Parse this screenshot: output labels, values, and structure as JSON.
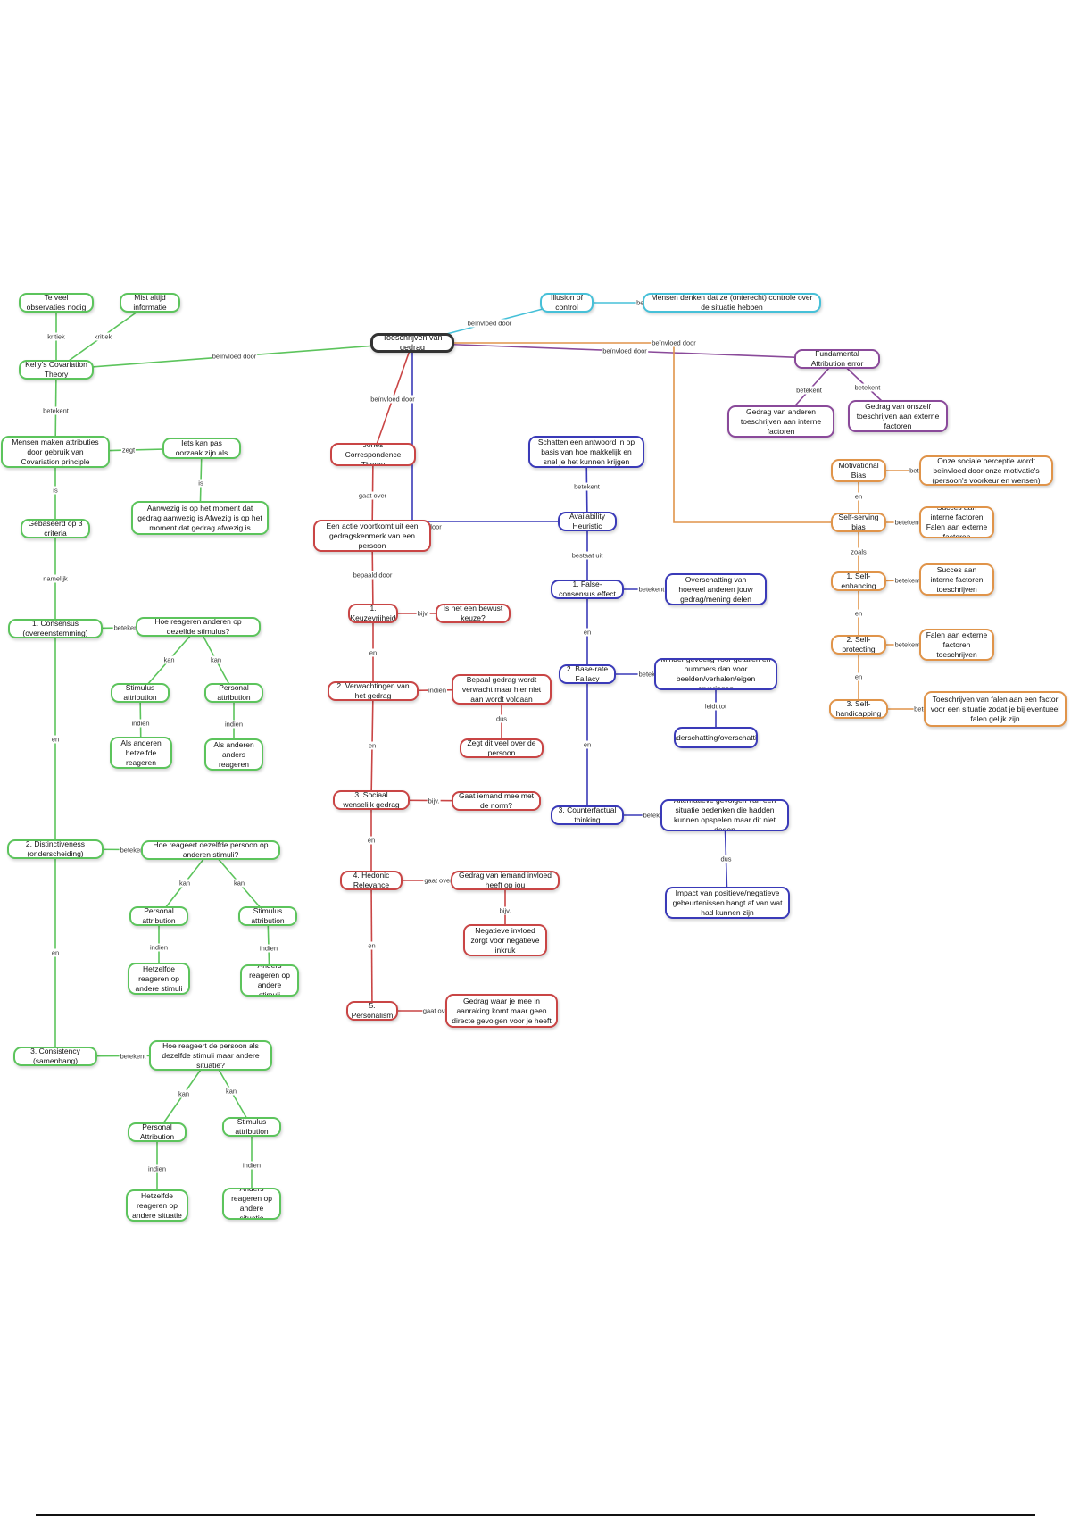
{
  "colors": {
    "green": "#5cc45c",
    "red": "#c94545",
    "blue": "#3a3ab8",
    "purple": "#8a4a9a",
    "orange": "#e0944a",
    "cyan": "#46c0d8",
    "root": "#333333"
  },
  "nodes": {
    "root": "Toeschrijven van gedrag",
    "illusion": "Illusion of control",
    "illusion_desc": "Mensen denken dat ze (onterecht) controle over de situatie hebben",
    "fae": "Fundamental Attribution error",
    "fae_a": "Gedrag van anderen toeschrijven aan interne factoren",
    "fae_b": "Gedrag van onszelf toeschrijven aan externe factoren",
    "motivational": "Motivational Bias",
    "motivational_desc": "Onze sociale perceptie wordt beïnvloed door onze motivatie's (persoon's voorkeur en wensen)",
    "selfserving": "Self-serving bias",
    "selfserving_desc": "Succes aan interne factoren Falen aan externe factoren",
    "selfenh": "1. Self-enhancing",
    "selfenh_desc": "Succes aan interne factoren toeschrijven",
    "selfprot": "2. Self-protecting",
    "selfprot_desc": "Falen aan externe factoren toeschrijven",
    "selfhand": "3. Self-handicapping",
    "selfhand_desc": "Toeschrijven van falen aan een factor voor een situatie zodat je bij eventueel falen gelijk zijn",
    "kelly": "Kelly's Covariation Theory",
    "too_many": "Te veel observaties nodig",
    "misses": "Mist altijd informatie",
    "covariation": "Mensen maken attributies door gebruik van Covariation principle",
    "iets": "Iets kan pas oorzaak zijn als",
    "aanwezig": "Aanwezig is op het moment dat gedrag aanwezig is Afwezig is op het moment dat gedrag afwezig is",
    "criteria": "Gebaseerd op 3 criteria",
    "consensus": "1. Consensus (overeenstemming)",
    "consensus_q": "Hoe reageren anderen op dezelfde stimulus?",
    "stim_attr_1": "Stimulus attribution",
    "pers_attr_1": "Personal attribution",
    "alsand_hetz": "Als anderen hetzelfde reageren",
    "alsand_anders": "Als anderen anders reageren",
    "distinct": "2. Distinctiveness (onderscheiding)",
    "distinct_q": "Hoe reageert dezelfde persoon op anderen stimuli?",
    "pers_attr_2": "Personal attribution",
    "stim_attr_2": "Stimulus attribution",
    "hetz_stimuli": "Hetzelfde reageren op andere stimuli",
    "anders_stimuli": "Anders reageren op andere stimuli",
    "consistency": "3. Consistency (samenhang)",
    "consistency_q": "Hoe reageert de persoon als dezelfde stimuli maar andere situatie?",
    "pers_attr_3": "Personal Attribution",
    "stim_attr_3": "Stimulus attribution",
    "hetz_situatie": "Hetzelfde reageren op andere situatie",
    "anders_situatie": "Anders reageren op andere situatie",
    "jones": "Jones Correspondence Theory",
    "actie": "Een actie voortkomt uit een gedragskenmerk van een persoon",
    "keuze": "1. Keuzevrijheid",
    "keuze_q": "Is het een bewust keuze?",
    "verwacht": "2. Verwachtingen van het gedrag",
    "verwacht_desc": "Bepaal gedrag wordt verwacht maar hier niet aan wordt voldaan",
    "zegt": "Zegt dit veel over de persoon",
    "sociaal": "3. Sociaal wenselijk gedrag",
    "sociaal_q": "Gaat iemand mee met de norm?",
    "hedonic": "4. Hedonic Relevance",
    "hedonic_desc": "Gedrag van iemand invloed heeft op jou",
    "hedonic_neg": "Negatieve invloed zorgt voor negatieve inkruk",
    "personalism": "5. Personalism",
    "personalism_desc": "Gedrag waar je mee in aanraking komt maar geen directe gevolgen voor je heeft",
    "schatten": "Schatten een antwoord in op basis van hoe makkelijk en snel je het kunnen krijgen",
    "availability": "Availability Heuristic",
    "false_cons": "1. False-consensus effect",
    "false_cons_desc": "Overschatting van hoeveel anderen jouw gedrag/mening delen",
    "baserate": "2. Base-rate Fallacy",
    "baserate_desc": "Minder gevoelig voor getallen en nummers dan voor beelden/verhalen/eigen ervaringen",
    "onderschatting": "Onderschatting/overschatting",
    "counterfactual": "3. Counterfactual thinking",
    "counterfactual_desc": "Alternatieve gevolgen van een situatie bedenken die hadden kunnen opspelen maar dit niet deden",
    "impact": "Impact van positieve/negatieve gebeurtenissen hangt af van wat had kunnen zijn"
  },
  "edge_labels": {
    "beinvloed_door": "beïnvloed door",
    "betekent": "betekent",
    "kritiek": "kritiek",
    "zegt": "zegt",
    "is": "is",
    "namelijk": "namelijk",
    "kan": "kan",
    "indien": "indien",
    "en": "en",
    "gaat_over": "gaat over",
    "bepaald_door": "bepaald door",
    "bijv": "bijv.",
    "bestaat_uit": "bestaat uit",
    "leidt_tot": "leidt tot",
    "zoals": "zoals",
    "dus": "dus"
  }
}
